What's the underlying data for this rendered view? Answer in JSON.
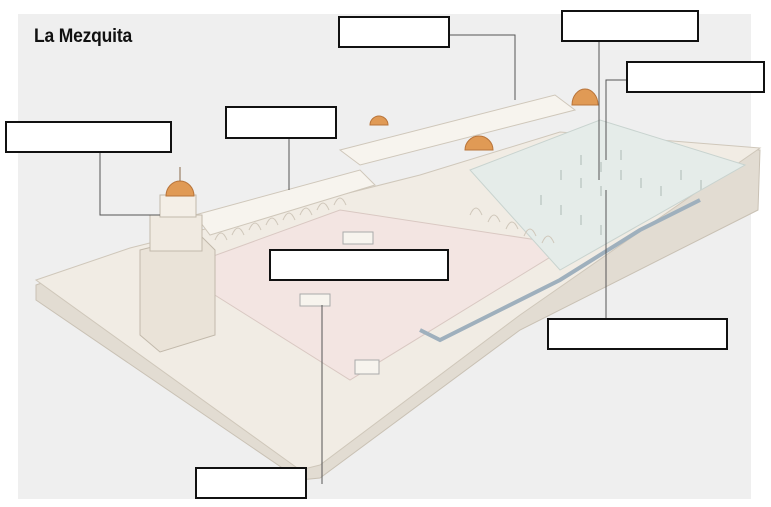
{
  "diagram": {
    "title": "La Mezquita",
    "labels": [
      {
        "id": "label-top-center",
        "text": ""
      },
      {
        "id": "label-top-right",
        "text": ""
      },
      {
        "id": "label-right-upper",
        "text": ""
      },
      {
        "id": "label-left",
        "text": ""
      },
      {
        "id": "label-upper-left",
        "text": ""
      },
      {
        "id": "label-center",
        "text": ""
      },
      {
        "id": "label-right-lower",
        "text": ""
      },
      {
        "id": "label-bottom",
        "text": ""
      }
    ],
    "colors": {
      "background": "#efefef",
      "walls": "#ece6dc",
      "courtyard": "#f2e6e2",
      "prayer_hall": "#e7ecea",
      "domes": "#e09a55",
      "blue_accent": "#9fb0bd"
    }
  }
}
